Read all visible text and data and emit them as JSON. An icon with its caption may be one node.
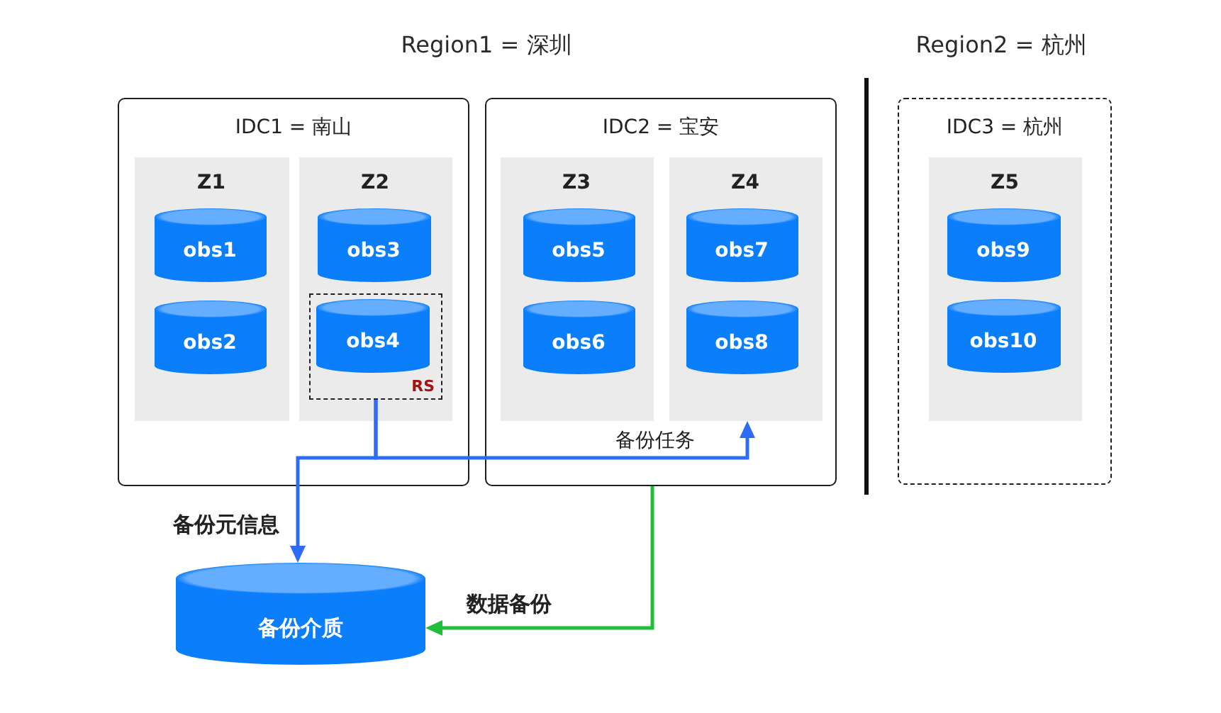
{
  "diagram": {
    "nodes": [
      {
        "text": [
          "IDC1 = 南山"
        ]
      },
      {
        "text": [
          "Z1"
        ],
        "in": 0
      },
      {
        "text": [
          "obs1"
        ],
        "in": 1
      },
      {
        "text": [
          "obs2"
        ],
        "in": 1
      },
      {
        "text": [
          "Z2"
        ],
        "in": 0
      },
      {
        "text": [
          "obs3"
        ],
        "in": 4
      },
      {
        "text": [
          "RS"
        ],
        "in": 4
      },
      {
        "text": [
          "obs4"
        ],
        "in": 6
      },
      {
        "text": [
          "IDC2 = 宝安"
        ]
      },
      {
        "text": [
          "Z3"
        ],
        "in": 8
      },
      {
        "text": [
          "obs5"
        ],
        "in": 9
      },
      {
        "text": [
          "obs6"
        ],
        "in": 9
      },
      {
        "text": [
          "Z4"
        ],
        "in": 8
      },
      {
        "text": [
          "obs7"
        ],
        "in": 12
      },
      {
        "text": [
          "obs8"
        ],
        "in": 12
      },
      {
        "text": [
          "IDC3 = 杭州"
        ]
      },
      {
        "text": [
          "Z5"
        ],
        "in": 15
      },
      {
        "text": [
          "obs9"
        ],
        "in": 16
      },
      {
        "text": [
          "obs10"
        ],
        "in": 16
      },
      {
        "text": [
          "备份介质"
        ]
      }
    ],
    "edges": [
      {
        "from": 6,
        "to": 19,
        "arrow": "to",
        "label": "备份元信息"
      },
      {
        "from": 6,
        "to": 12,
        "arrow": "to",
        "label": "备份任务"
      },
      {
        "from": 8,
        "to": 19,
        "arrow": "to",
        "label": "数据备份",
        "color": "#1fbf3a"
      }
    ],
    "labels": [
      "Region1 = 深圳",
      "Region2 = 杭州"
    ]
  }
}
